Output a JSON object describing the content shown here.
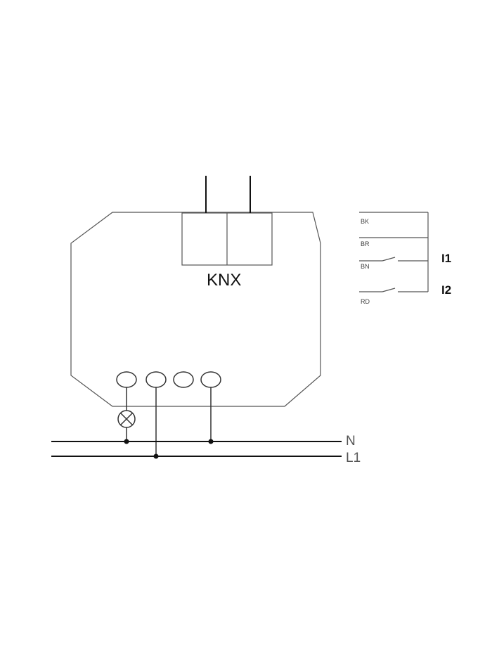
{
  "device": {
    "bus_label": "KNX"
  },
  "supply_lines": [
    {
      "label": "N"
    },
    {
      "label": "L1"
    }
  ],
  "input_wires": [
    {
      "label": "BK"
    },
    {
      "label": "BR"
    },
    {
      "label": "BN"
    },
    {
      "label": "RD"
    }
  ],
  "inputs": [
    {
      "label": "I1"
    },
    {
      "label": "I2"
    }
  ]
}
